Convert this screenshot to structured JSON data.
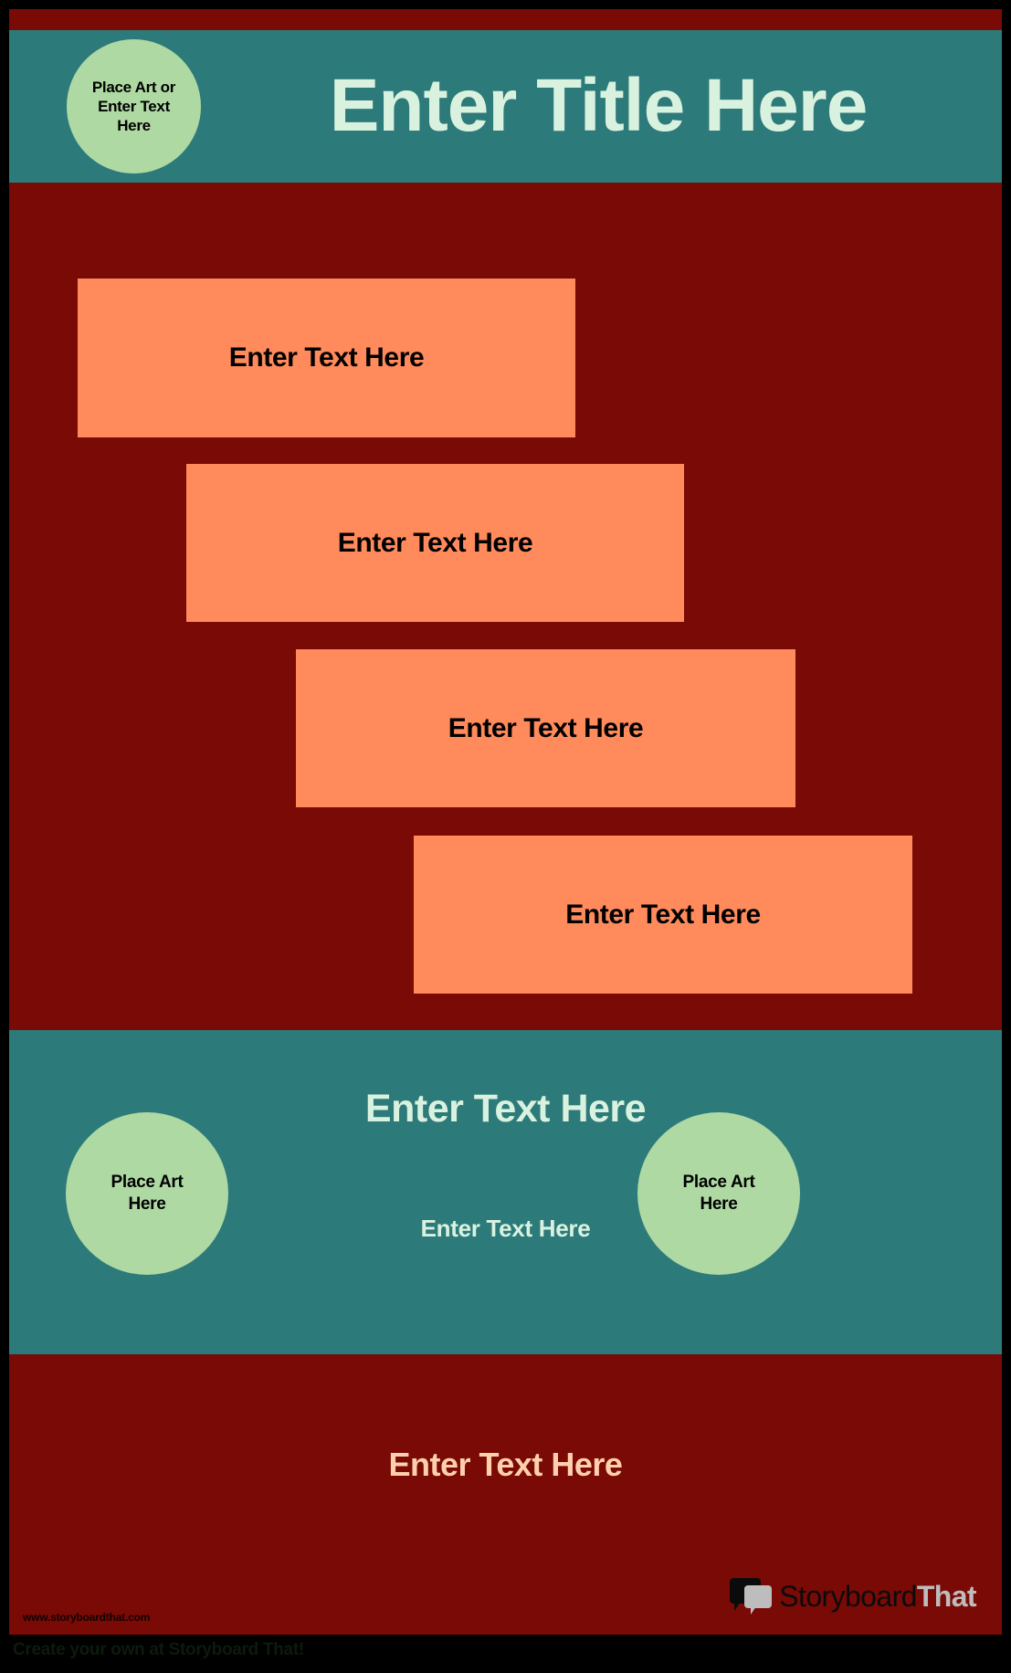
{
  "poster": {
    "colors": {
      "background_black": "#000000",
      "poster_red": "#7a0a05",
      "teal": "#2d7a7a",
      "green_circle": "#aed9a3",
      "orange_box": "#ff8a5c",
      "title_text": "#d9f2e0",
      "footer_text": "#ffd0ae"
    },
    "header": {
      "circle_label": "Place Art or Enter Text Here",
      "title": "Enter Title Here"
    },
    "body": {
      "boxes": [
        {
          "label": "Enter Text Here"
        },
        {
          "label": "Enter Text Here"
        },
        {
          "label": "Enter Text Here"
        },
        {
          "label": "Enter Text Here"
        }
      ]
    },
    "teal_section": {
      "heading": "Enter Text Here",
      "subheading": "Enter Text Here",
      "left_circle_label": "Place Art Here",
      "right_circle_label": "Place Art Here"
    },
    "footer": {
      "text": "Enter Text Here",
      "url": "www.storyboardthat.com",
      "logo": {
        "icon": "speech-bubbles-icon",
        "word_one": "Storyboard",
        "word_two": "That"
      }
    },
    "bottom_caption": "Create your own at Storyboard That!"
  }
}
